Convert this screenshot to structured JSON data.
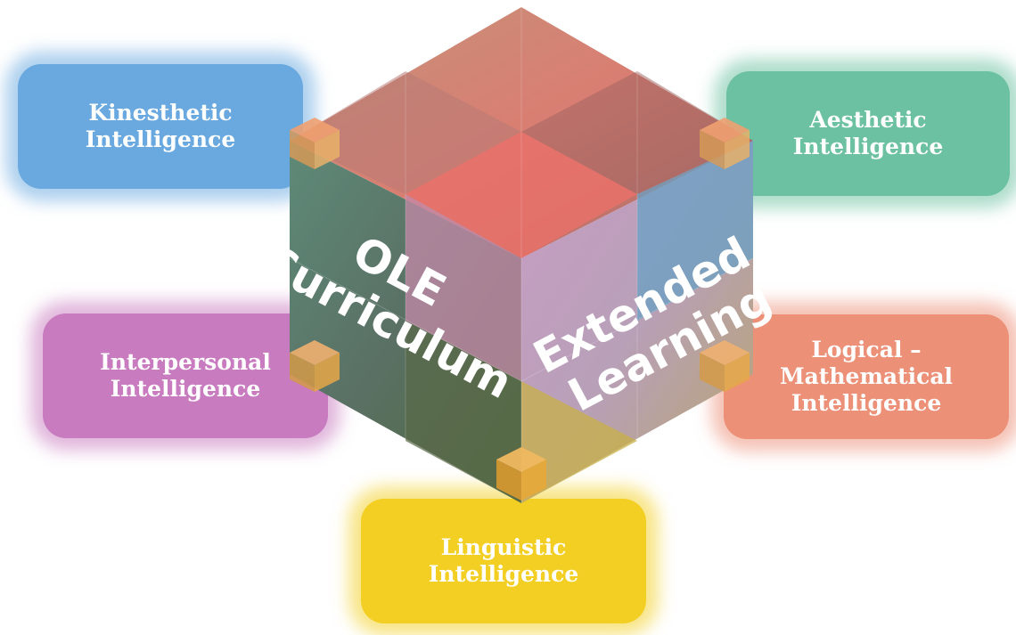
{
  "intelligences": {
    "kinesthetic": "Kinesthetic\nIntelligence",
    "aesthetic": "Aesthetic\nIntelligence",
    "interpersonal": "Interpersonal\nIntelligence",
    "logical": "Logical –\nMathematical\nIntelligence",
    "linguistic": "Linguistic\nIntelligence"
  },
  "cube": {
    "left_face_line1": "OLE",
    "left_face_line2": "Curriculum",
    "right_face_line1": "Extended",
    "right_face_line2": "Learning"
  },
  "colors": {
    "kinesthetic": "#6aa9e0",
    "aesthetic": "#6cc1a2",
    "interpersonal": "#c97bbf",
    "logical": "#ec9078",
    "linguistic": "#f3cf24",
    "cube_top": "#c9826e",
    "cube_left": "#4f7a5c",
    "cube_right": "#b990b8",
    "corner_accent": "#e8a552"
  }
}
